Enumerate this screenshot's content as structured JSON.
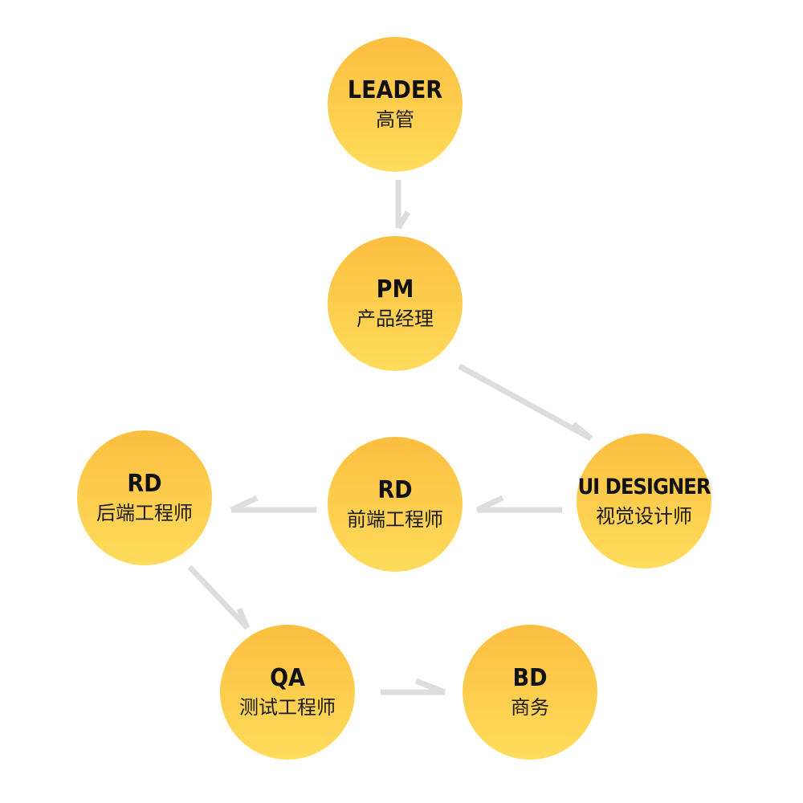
{
  "diagram": {
    "nodes": [
      {
        "id": "leader",
        "role": "LEADER",
        "cn": "高管"
      },
      {
        "id": "pm",
        "role": "PM",
        "cn": "产品经理"
      },
      {
        "id": "ui",
        "role": "UI DESIGNER",
        "cn": "视觉设计师"
      },
      {
        "id": "rd_front",
        "role": "RD",
        "cn": "前端工程师"
      },
      {
        "id": "rd_back",
        "role": "RD",
        "cn": "后端工程师"
      },
      {
        "id": "qa",
        "role": "QA",
        "cn": "测试工程师"
      },
      {
        "id": "bd",
        "role": "BD",
        "cn": "商务"
      }
    ],
    "edges": [
      {
        "from": "leader",
        "to": "pm"
      },
      {
        "from": "pm",
        "to": "ui"
      },
      {
        "from": "ui",
        "to": "rd_front"
      },
      {
        "from": "rd_front",
        "to": "rd_back"
      },
      {
        "from": "rd_back",
        "to": "qa"
      },
      {
        "from": "qa",
        "to": "bd"
      }
    ],
    "colors": {
      "node_top": "#fcbe3f",
      "node_bottom": "#ffdc5c",
      "arrow": "#dddddd",
      "text": "#111111"
    }
  }
}
